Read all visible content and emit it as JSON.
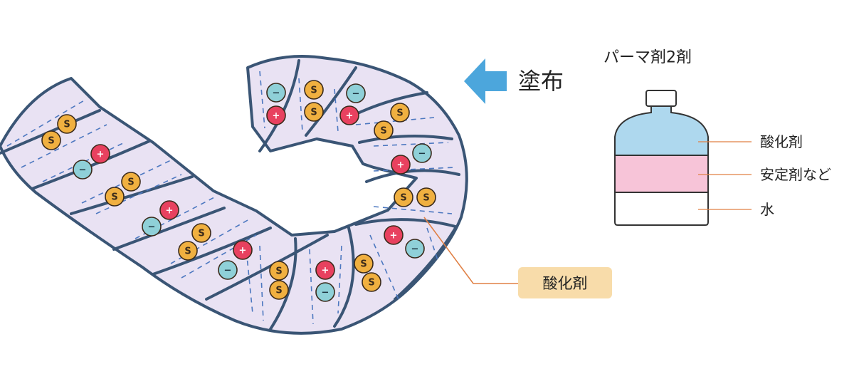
{
  "apply_label": "塗布",
  "product_title": "パーマ剤2剤",
  "bottle_layers": [
    {
      "label": "酸化剤",
      "color": "#aed8ee"
    },
    {
      "label": "安定剤など",
      "color": "#f7c4d8"
    },
    {
      "label": "水",
      "color": "#ffffff"
    }
  ],
  "callout_label": "酸化剤",
  "badges": {
    "sulfur": "S",
    "plus": "+",
    "minus": "−"
  },
  "colors": {
    "hair_fill": "#e9e2f3",
    "hair_outline": "#3a5575",
    "dash": "#4d78c0",
    "sulfur": "#f0b040",
    "plus": "#e8415f",
    "minus": "#8fd0d8",
    "arrow": "#4ca6dc",
    "leader": "#e08045",
    "callout_bg": "#f8dcaa"
  }
}
